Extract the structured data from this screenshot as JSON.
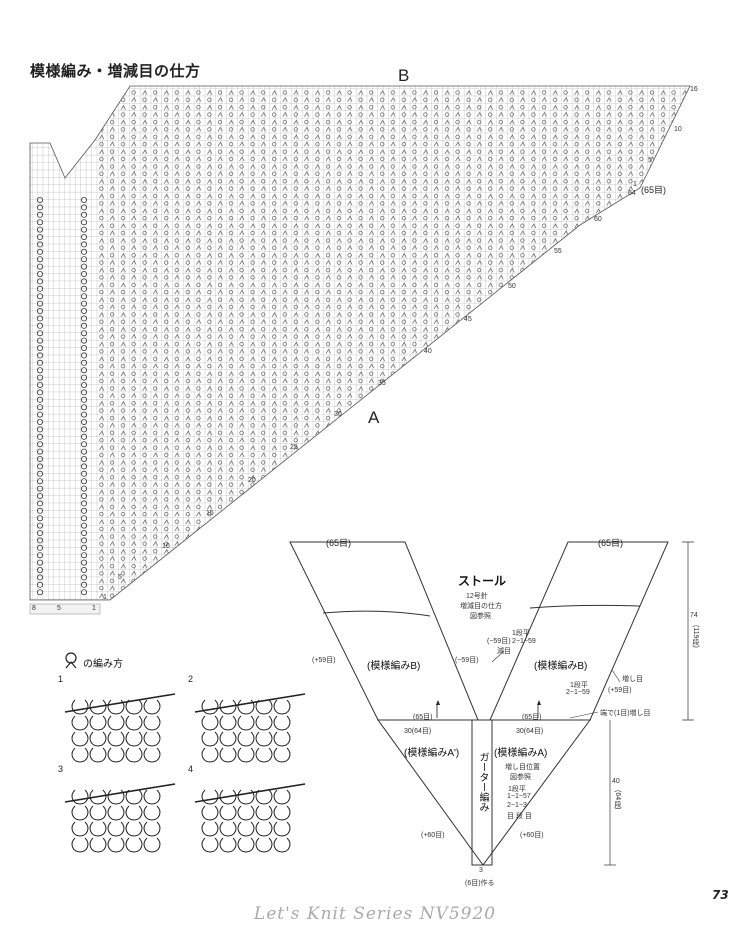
{
  "page": {
    "title": "模様編み・増減目の仕方",
    "page_number": "73",
    "footer": "Let's Knit Series NV5920"
  },
  "chart": {
    "label_b": "B",
    "label_a": "A",
    "row_numbers": [
      "16",
      "10",
      "5",
      "1",
      "64",
      "(65目)",
      "60",
      "55",
      "50",
      "45",
      "40",
      "35",
      "30",
      "25",
      "20",
      "15",
      "10",
      "5",
      "1"
    ],
    "bottom_counts": [
      "8",
      "5",
      "1"
    ]
  },
  "stitch_guide": {
    "title": "の編み方",
    "steps": [
      "1",
      "2",
      "3",
      "4"
    ]
  },
  "schematic": {
    "title": "ストール",
    "needle": "12号針",
    "note1": "増減目の仕方",
    "note2": "図参照",
    "left_top_count": "(65目)",
    "right_top_count": "(65目)",
    "left_side": "(+59目)",
    "inner_left": "(−59目)",
    "inner_right_count": "(−59目)",
    "decrease": "減目",
    "rule_decrease_title": "1段平",
    "rule_decrease": "2−1−59",
    "rule_increase_title": "1段平",
    "rule_increase": "2−1−59",
    "increase_label": "増し目",
    "right_side": "(+59目)",
    "pattern_b_left": "(模様編みB)",
    "pattern_b_right": "(模様編みB)",
    "mid_left_count": "(65目)",
    "mid_right_count": "(65目)",
    "mid_left_cm": "30(64目)",
    "mid_right_cm": "30(64目)",
    "edge_note": "端で(1目)増し目",
    "pattern_a_left": "(模様編みA')",
    "pattern_a_right": "(模様編みA)",
    "garter": "ガーター編み",
    "inc_pos1": "増し目位置",
    "inc_pos2": "図参照",
    "rule_bottom_title": "1段平",
    "rule_bottom1": "1−1−57",
    "rule_bottom2": "2−1−3",
    "rule_bottom3": "目 段 目",
    "lower_left": "(+60目)",
    "lower_right": "(+60目)",
    "bottom_num": "3",
    "bottom_cast": "(6目)作る",
    "dim_total": "74",
    "dim_total_rows": "(119段)",
    "dim_lower": "40",
    "dim_lower_rows": "(64段)"
  }
}
